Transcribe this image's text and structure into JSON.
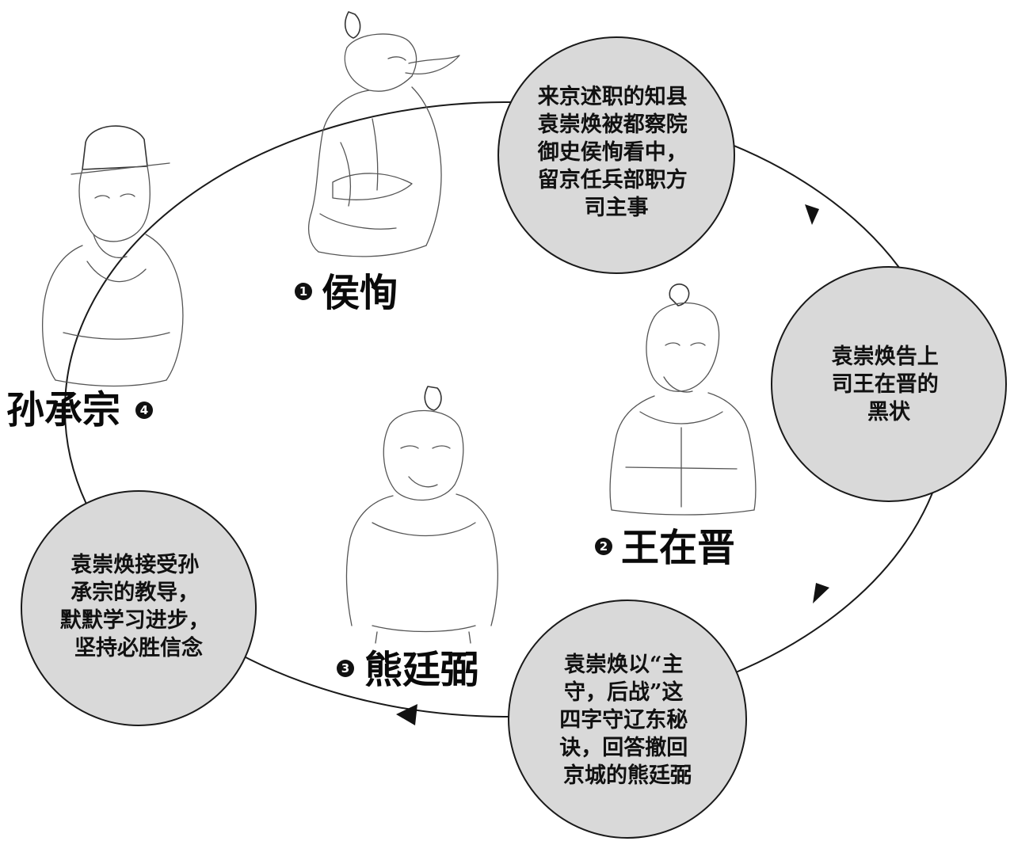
{
  "colors": {
    "bubble_fill": "#d9d9d9",
    "stroke": "#1a1a1a",
    "background": "#ffffff"
  },
  "cycle": {
    "bubbles": [
      {
        "id": "houxun",
        "lines": [
          "来京述职的知县",
          "袁崇焕被都察院",
          "御史侯恂看中，",
          "留京任兵部职方",
          "司主事"
        ]
      },
      {
        "id": "wangzaijin",
        "lines": [
          "袁崇焕告上",
          "司王在晋的",
          "黑状"
        ]
      },
      {
        "id": "xiongtingbi",
        "lines": [
          "袁崇焕以“主",
          "守，后战”这",
          "四字守辽东秘",
          "诀，回答撤回",
          "京城的熊廷弼"
        ]
      },
      {
        "id": "sunchengzong",
        "lines": [
          "袁崇焕接受孙",
          "承宗的教导，",
          "默默学习进步，",
          "坚持必胜信念"
        ]
      }
    ],
    "figures": [
      {
        "id": "houxun",
        "number": "1",
        "name": "侯恂"
      },
      {
        "id": "wangzaijin",
        "number": "2",
        "name": "王在晋"
      },
      {
        "id": "xiongtingbi",
        "number": "3",
        "name": "熊廷弼"
      },
      {
        "id": "sunchengzong",
        "number": "4",
        "name": "孙承宗"
      }
    ]
  }
}
